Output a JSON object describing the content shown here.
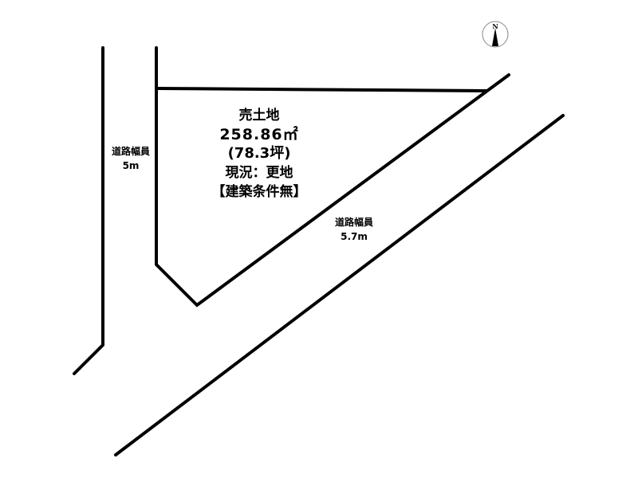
{
  "plot": {
    "type_label": "売土地",
    "area_sqm": "258.86㎡",
    "area_tsubo": "(78.3坪)",
    "status": "現況：更地",
    "condition": "【建築条件無】"
  },
  "roads": [
    {
      "label": "道路幅員",
      "width": "5m"
    },
    {
      "label": "道路幅員",
      "width": "5.7m"
    }
  ],
  "compass": {
    "icon": "north-arrow-icon",
    "letter": "N"
  },
  "colors": {
    "line": "#000000",
    "background": "#ffffff"
  }
}
